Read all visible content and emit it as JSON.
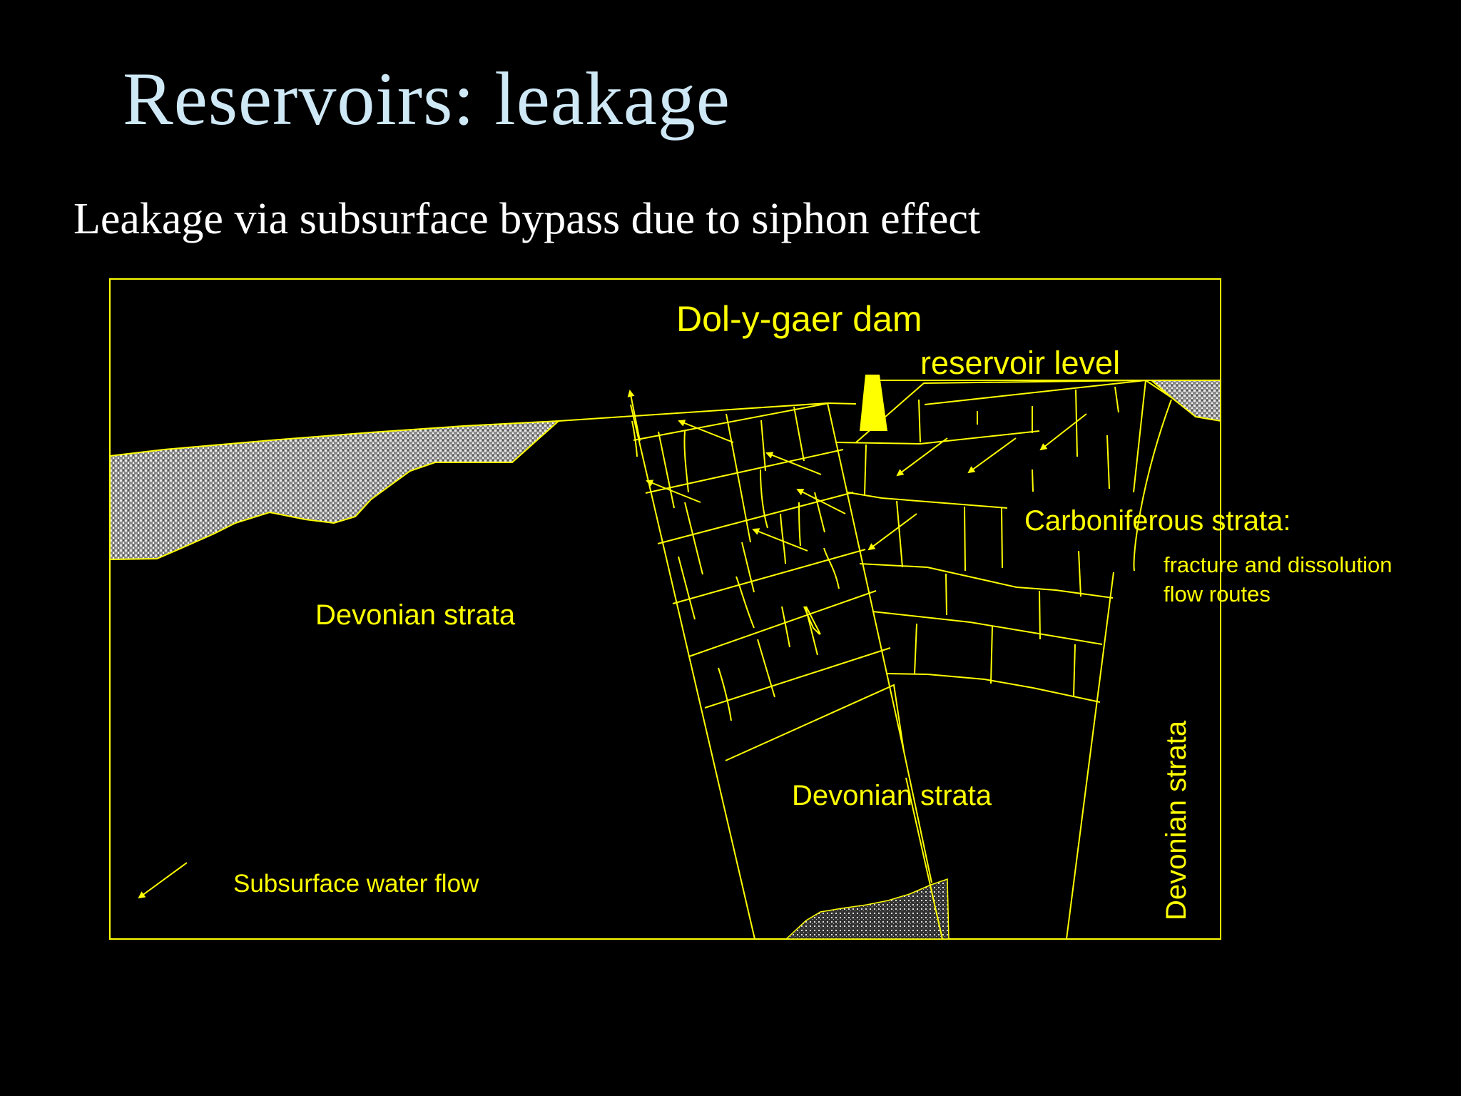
{
  "slide": {
    "title": "Reservoirs: leakage",
    "subtitle": "Leakage via subsurface bypass due to siphon effect"
  },
  "diagram": {
    "labels": {
      "dam": "Dol-y-gaer dam",
      "reservoir_level": "reservoir level",
      "carboniferous": "Carboniferous strata:",
      "flow_routes_line1": "fracture and dissolution",
      "flow_routes_line2": "flow routes",
      "devonian_left": "Devonian strata",
      "devonian_center": "Devonian strata",
      "devonian_right": "Devonian strata",
      "legend_flow": "Subsurface water flow"
    },
    "colors": {
      "line": "#ffff00",
      "background": "#000000",
      "title": "#cfe8f6",
      "subtitle": "#ffffff",
      "deposit": "#d9d9d9"
    }
  }
}
